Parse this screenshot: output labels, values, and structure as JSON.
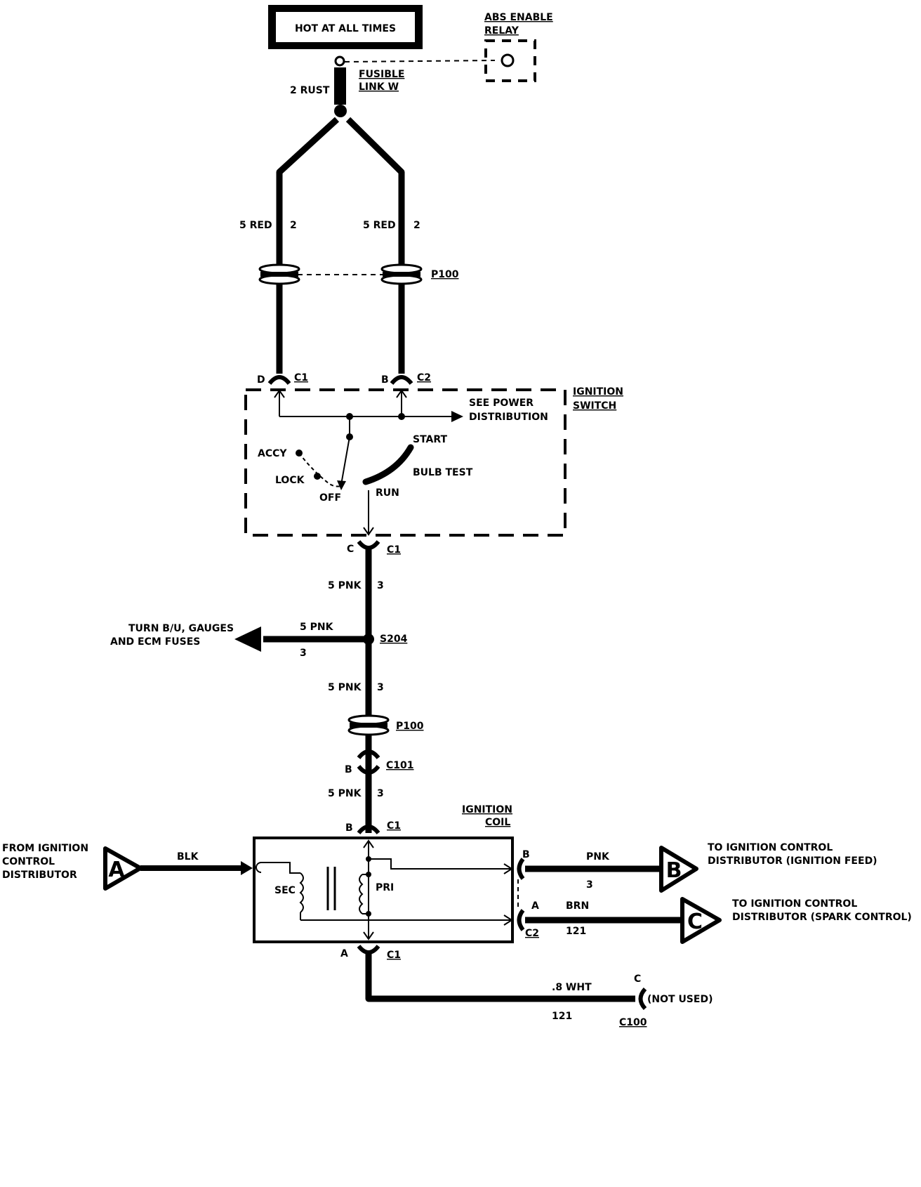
{
  "power_source": {
    "label": "HOT AT ALL TIMES",
    "relay_line1": "ABS ENABLE",
    "relay_line2": "RELAY",
    "fusible_link_line1": "FUSIBLE",
    "fusible_link_line2": "LINK W",
    "fusible_wire": "2 RUST"
  },
  "feed_wires": {
    "left_label": "5 RED",
    "left_circuit": "2",
    "right_label": "5 RED",
    "right_circuit": "2",
    "splice_label": "P100"
  },
  "ignition_switch": {
    "title_line1": "IGNITION",
    "title_line2": "SWITCH",
    "pin_d": "D",
    "conn_d": "C1",
    "pin_b": "B",
    "conn_b": "C2",
    "see_power_line1": "SEE POWER",
    "see_power_line2": "DISTRIBUTION",
    "positions": {
      "accy": "ACCY",
      "lock": "LOCK",
      "off": "OFF",
      "run": "RUN",
      "start": "START",
      "bulb_test": "BULB TEST"
    },
    "out_pin": "C",
    "out_conn": "C1"
  },
  "pink_circuit": {
    "wire1_label": "5 PNK",
    "wire1_circuit": "3",
    "branch_label": "5 PNK",
    "branch_circuit": "3",
    "branch_dest_line1": "TURN B/U, GAUGES",
    "branch_dest_line2": "AND ECM FUSES",
    "splice_label": "S204",
    "wire2_label": "5 PNK",
    "wire2_circuit": "3",
    "passthrough_label": "P100",
    "conn_pin": "B",
    "conn_label": "C101",
    "wire3_label": "5 PNK",
    "wire3_circuit": "3"
  },
  "ignition_coil": {
    "title_line1": "IGNITION",
    "title_line2": "COIL",
    "top_pin": "B",
    "top_conn": "C1",
    "sec_label": "SEC",
    "pri_label": "PRI",
    "bottom_pin": "A",
    "bottom_conn": "C1",
    "c2_label": "C2"
  },
  "input_a": {
    "letter": "A",
    "source_line1": "FROM IGNITION",
    "source_line2": "CONTROL",
    "source_line3": "DISTRIBUTOR",
    "wire": "BLK"
  },
  "output_b": {
    "letter": "B",
    "pin": "B",
    "wire": "PNK",
    "circuit": "3",
    "dest_line1": "TO IGNITION CONTROL",
    "dest_line2": "DISTRIBUTOR (IGNITION FEED)"
  },
  "output_c": {
    "letter": "C",
    "pin": "A",
    "wire": "BRN",
    "circuit": "121",
    "dest_line1": "TO IGNITION CONTROL",
    "dest_line2": "DISTRIBUTOR (SPARK CONTROL)"
  },
  "unused_wire": {
    "wire": ".8 WHT",
    "circuit": "121",
    "pin": "C",
    "note": "(NOT USED)",
    "conn": "C100"
  }
}
